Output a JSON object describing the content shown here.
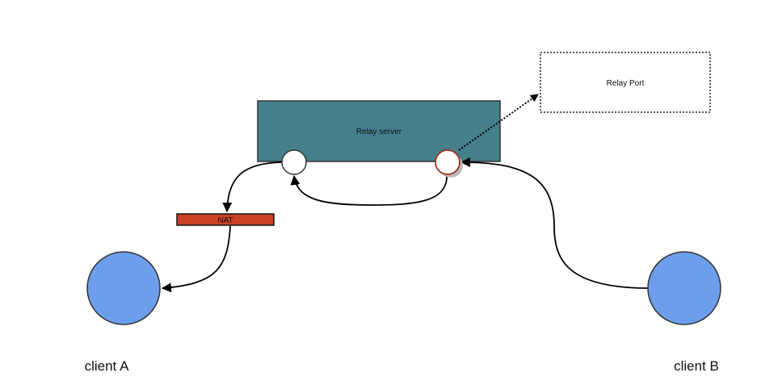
{
  "diagram": {
    "nodes": {
      "relay_server": {
        "label": "Relay server",
        "fill": "#457f8c"
      },
      "relay_port": {
        "label": "Relay Port",
        "border": "dotted"
      },
      "nat": {
        "label": "NAT",
        "fill": "#cc4125"
      },
      "client_a": {
        "label": "client A",
        "fill": "#6d9eeb"
      },
      "client_b": {
        "label": "client B",
        "fill": "#6d9eeb"
      },
      "port_left": {
        "fill": "#ffffff",
        "stroke": "#333333"
      },
      "port_right": {
        "fill": "#ffffff",
        "stroke": "#a0301c"
      }
    },
    "edges": [
      {
        "from": "port_left",
        "to": "nat",
        "style": "solid"
      },
      {
        "from": "nat",
        "to": "client_a",
        "style": "solid"
      },
      {
        "from": "port_right",
        "to": "port_left",
        "style": "solid"
      },
      {
        "from": "client_b",
        "to": "port_right",
        "style": "solid"
      },
      {
        "from": "port_right",
        "to": "relay_port",
        "style": "dotted"
      }
    ]
  }
}
